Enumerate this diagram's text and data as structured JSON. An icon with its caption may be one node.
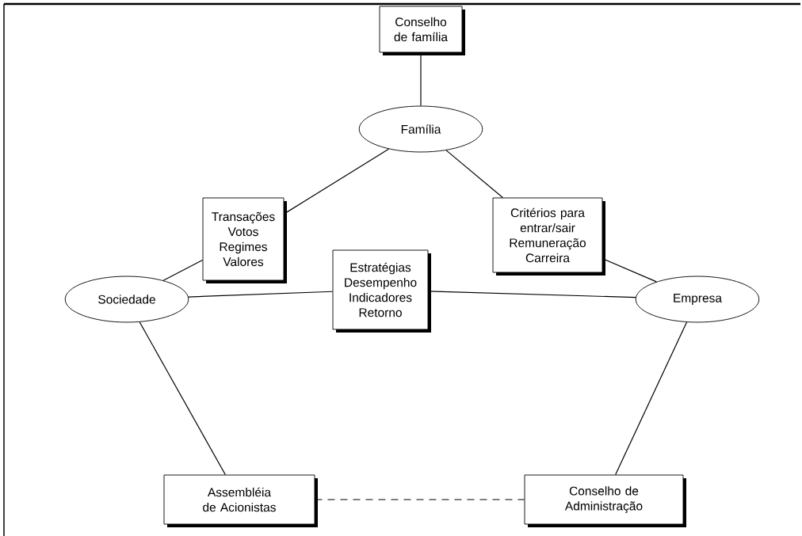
{
  "diagram": {
    "nodes": [
      {
        "text": [
          "Conselho de família"
        ]
      },
      {
        "text": [
          "Família"
        ]
      },
      {
        "text": [
          "Transações",
          "Votos",
          "Regimes",
          "Valores"
        ]
      },
      {
        "text": [
          "Critérios para entrar/sair",
          "Remuneração",
          "Carreira"
        ]
      },
      {
        "text": [
          "Sociedade"
        ]
      },
      {
        "text": [
          "Estratégias",
          "Desempenho",
          "Indicadores",
          "Retorno"
        ]
      },
      {
        "text": [
          "Empresa"
        ]
      },
      {
        "text": [
          "Assembléia de Acionistas"
        ]
      },
      {
        "text": [
          "Conselho de Administração"
        ]
      }
    ],
    "edges": [
      {
        "from": 0,
        "to": 1,
        "arrow": "none"
      },
      {
        "from": 1,
        "to": 2,
        "arrow": "none"
      },
      {
        "from": 1,
        "to": 3,
        "arrow": "none"
      },
      {
        "from": 2,
        "to": 4,
        "arrow": "none"
      },
      {
        "from": 3,
        "to": 6,
        "arrow": "none"
      },
      {
        "from": 4,
        "to": 5,
        "arrow": "none"
      },
      {
        "from": 5,
        "to": 6,
        "arrow": "none"
      },
      {
        "from": 4,
        "to": 7,
        "arrow": "none"
      },
      {
        "from": 6,
        "to": 8,
        "arrow": "none"
      },
      {
        "from": 7,
        "to": 8,
        "arrow": "none",
        "style": "dashed"
      }
    ]
  }
}
